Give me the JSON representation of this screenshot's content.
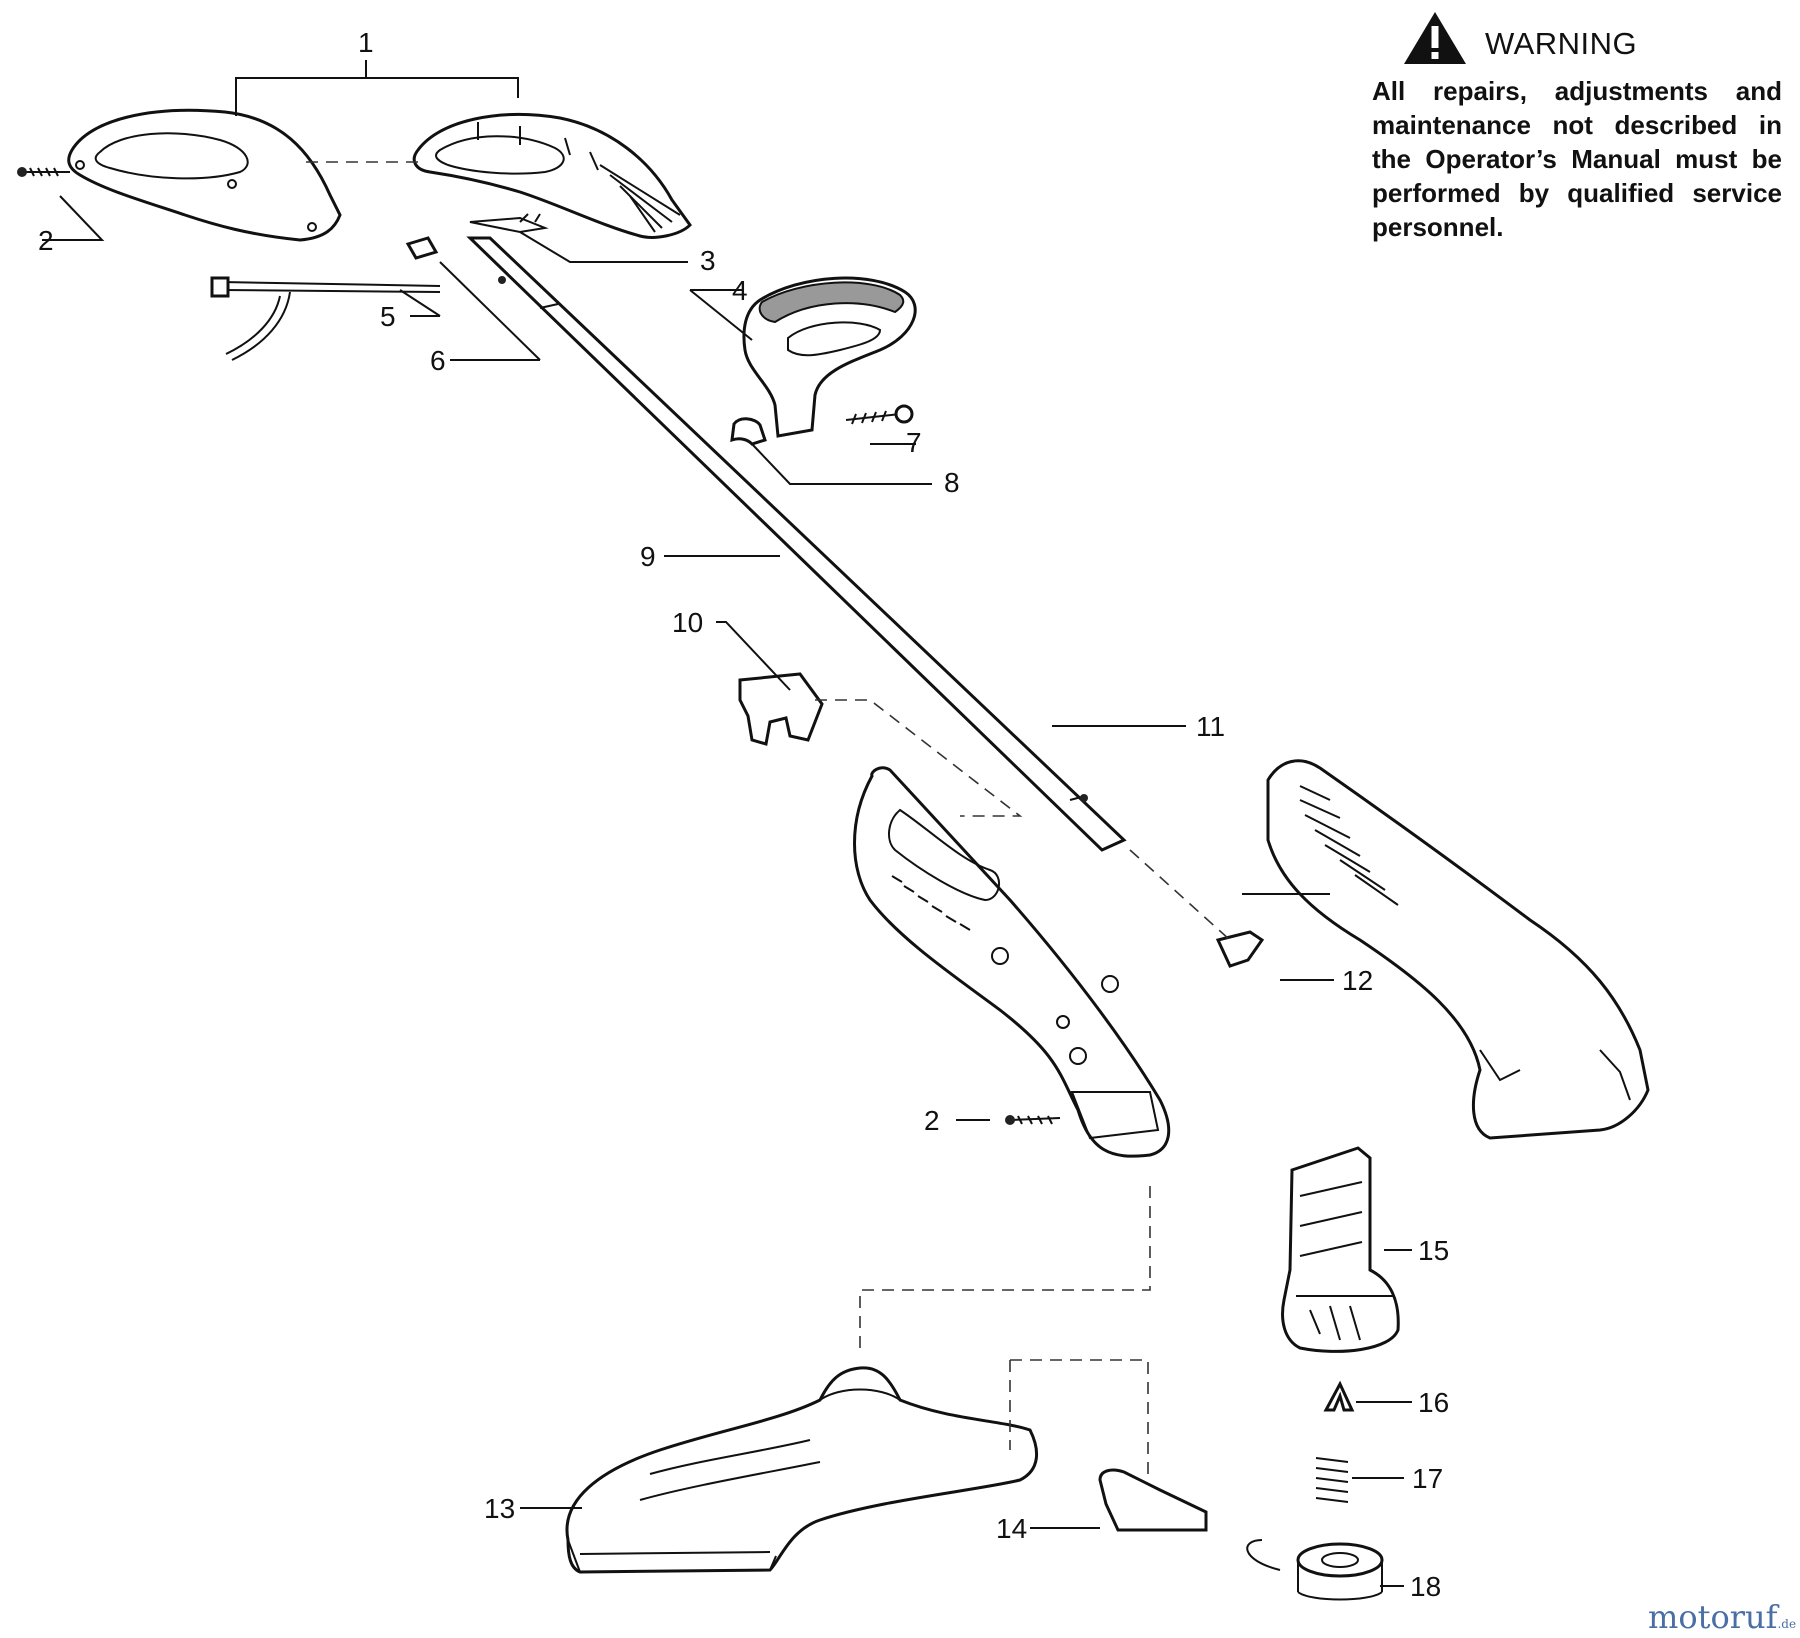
{
  "warning": {
    "title": "WARNING",
    "body": "All repairs, adjustments and maintenance not described in the Operator’s Manual must be performed by qualified service personnel."
  },
  "parts": [
    {
      "id": "1",
      "label": "1"
    },
    {
      "id": "2a",
      "label": "2"
    },
    {
      "id": "3",
      "label": "3"
    },
    {
      "id": "4",
      "label": "4"
    },
    {
      "id": "5",
      "label": "5"
    },
    {
      "id": "6",
      "label": "6"
    },
    {
      "id": "7",
      "label": "7"
    },
    {
      "id": "8",
      "label": "8"
    },
    {
      "id": "9",
      "label": "9"
    },
    {
      "id": "10",
      "label": "10"
    },
    {
      "id": "11",
      "label": "11"
    },
    {
      "id": "12",
      "label": "12"
    },
    {
      "id": "2b",
      "label": "2"
    },
    {
      "id": "13",
      "label": "13"
    },
    {
      "id": "14",
      "label": "14"
    },
    {
      "id": "15",
      "label": "15"
    },
    {
      "id": "16",
      "label": "16"
    },
    {
      "id": "17",
      "label": "17"
    },
    {
      "id": "18",
      "label": "18"
    }
  ],
  "watermark": {
    "brand": "motoruf",
    "suffix": ".de"
  }
}
